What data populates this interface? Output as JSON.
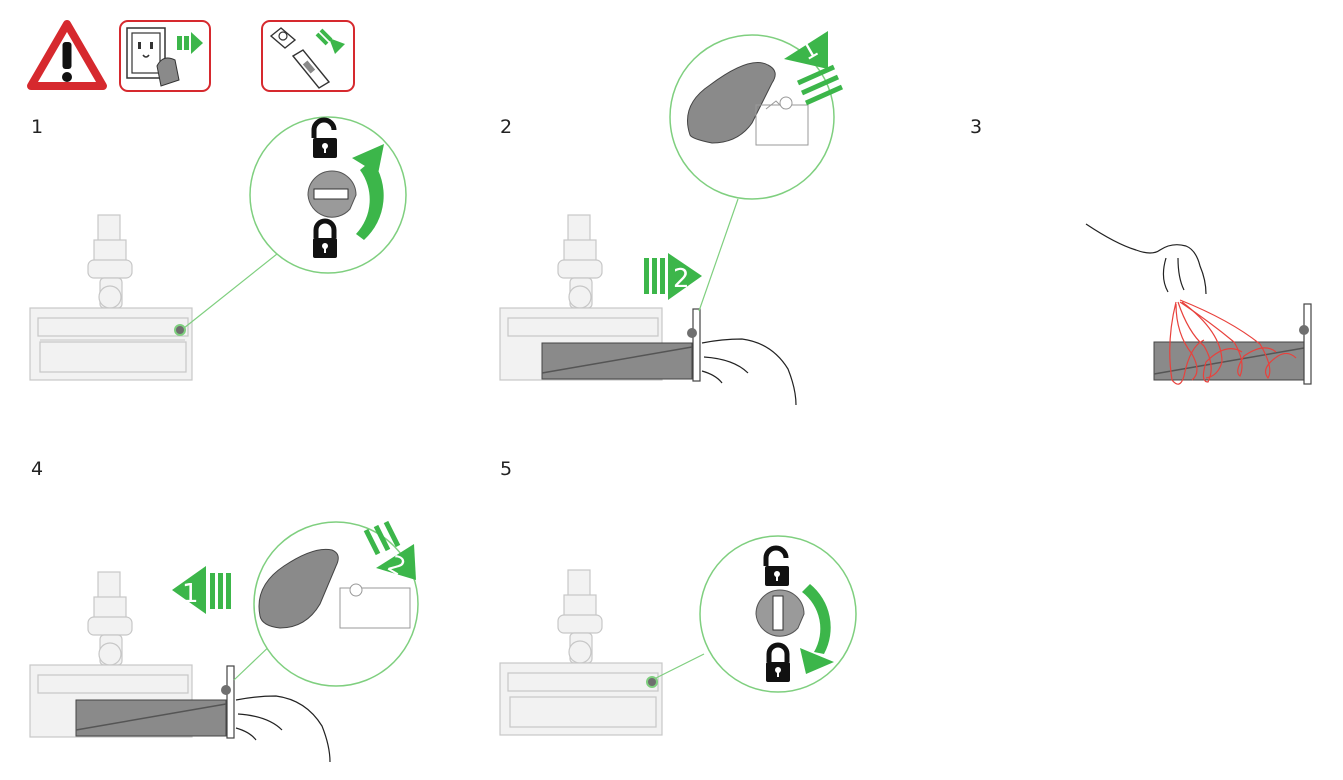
{
  "steps": [
    {
      "label": "1"
    },
    {
      "label": "2"
    },
    {
      "label": "3"
    },
    {
      "label": "4"
    },
    {
      "label": "5"
    }
  ],
  "arrow_labels": {
    "step2_pull": "2",
    "step2_release": "1",
    "step4_slide": "1",
    "step4_lock": "2"
  },
  "icons": {
    "warning": "warning-triangle-icon",
    "unplug": "unplug-from-wall-icon",
    "detach_tool": "detach-cleaner-head-icon",
    "unlock": "unlock-padlock-icon",
    "lock": "lock-padlock-icon"
  },
  "colors": {
    "warning_red": "#d6292e",
    "arrow_green": "#3cb64a",
    "callout_line": "#7fcf7f",
    "brush_grey": "#8a8a8a",
    "thread_red": "#e8413c"
  }
}
